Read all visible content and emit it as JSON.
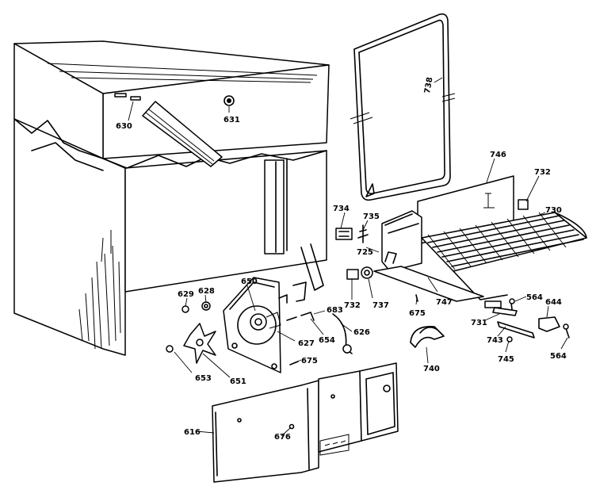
{
  "labels": {
    "l738": "738",
    "l746": "746",
    "l732a": "732",
    "l730": "730",
    "l734": "734",
    "l735": "735",
    "l725": "725",
    "l630": "630",
    "l631": "631",
    "l650": "650",
    "l629": "629",
    "l628": "628",
    "l683": "683",
    "l626": "626",
    "l654": "654",
    "l627": "627",
    "l675a": "675",
    "l653": "653",
    "l651": "651",
    "l732b": "732",
    "l737": "737",
    "l747": "747",
    "l675b": "675",
    "l564a": "564",
    "l644": "644",
    "l731": "731",
    "l743": "743",
    "l745": "745",
    "l564b": "564",
    "l740": "740",
    "l616": "616",
    "l676": "676"
  }
}
